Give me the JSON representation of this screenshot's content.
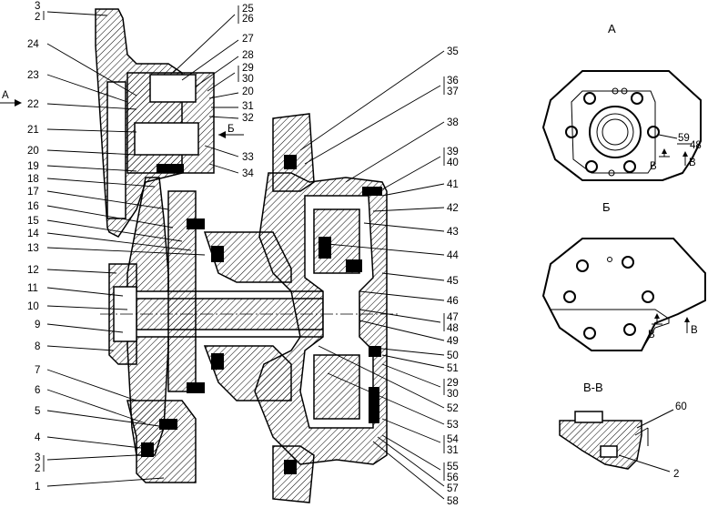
{
  "left_labels": [
    {
      "id": "l3a",
      "text": "3"
    },
    {
      "id": "l2a",
      "text": "2"
    },
    {
      "id": "l24",
      "text": "24"
    },
    {
      "id": "l23",
      "text": "23"
    },
    {
      "id": "l22",
      "text": "22"
    },
    {
      "id": "l21",
      "text": "21"
    },
    {
      "id": "l20a",
      "text": "20"
    },
    {
      "id": "l19",
      "text": "19"
    },
    {
      "id": "l18",
      "text": "18"
    },
    {
      "id": "l17",
      "text": "17"
    },
    {
      "id": "l16",
      "text": "16"
    },
    {
      "id": "l15",
      "text": "15"
    },
    {
      "id": "l14",
      "text": "14"
    },
    {
      "id": "l13",
      "text": "13"
    },
    {
      "id": "l12",
      "text": "12"
    },
    {
      "id": "l11",
      "text": "11"
    },
    {
      "id": "l10",
      "text": "10"
    },
    {
      "id": "l9",
      "text": "9"
    },
    {
      "id": "l8",
      "text": "8"
    },
    {
      "id": "l7",
      "text": "7"
    },
    {
      "id": "l6",
      "text": "6"
    },
    {
      "id": "l5",
      "text": "5"
    },
    {
      "id": "l4",
      "text": "4"
    },
    {
      "id": "l3b",
      "text": "3"
    },
    {
      "id": "l2b",
      "text": "2"
    },
    {
      "id": "l1",
      "text": "1"
    }
  ],
  "mid_labels": [
    {
      "id": "l25",
      "text": "25"
    },
    {
      "id": "l26",
      "text": "26"
    },
    {
      "id": "l27",
      "text": "27"
    },
    {
      "id": "l28",
      "text": "28"
    },
    {
      "id": "l29a",
      "text": "29"
    },
    {
      "id": "l30a",
      "text": "30"
    },
    {
      "id": "l20b",
      "text": "20"
    },
    {
      "id": "l31a",
      "text": "31"
    },
    {
      "id": "l32",
      "text": "32"
    },
    {
      "id": "lB",
      "text": "Б"
    },
    {
      "id": "l33",
      "text": "33"
    },
    {
      "id": "l34",
      "text": "34"
    }
  ],
  "right_labels": [
    {
      "id": "l35",
      "text": "35"
    },
    {
      "id": "l36",
      "text": "36"
    },
    {
      "id": "l37",
      "text": "37"
    },
    {
      "id": "l38",
      "text": "38"
    },
    {
      "id": "l39",
      "text": "39"
    },
    {
      "id": "l40",
      "text": "40"
    },
    {
      "id": "l41",
      "text": "41"
    },
    {
      "id": "l42",
      "text": "42"
    },
    {
      "id": "l43",
      "text": "43"
    },
    {
      "id": "l44",
      "text": "44"
    },
    {
      "id": "l45",
      "text": "45"
    },
    {
      "id": "l46",
      "text": "46"
    },
    {
      "id": "l47",
      "text": "47"
    },
    {
      "id": "l48a",
      "text": "48"
    },
    {
      "id": "l49",
      "text": "49"
    },
    {
      "id": "l50",
      "text": "50"
    },
    {
      "id": "l51",
      "text": "51"
    },
    {
      "id": "l29b",
      "text": "29"
    },
    {
      "id": "l30b",
      "text": "30"
    },
    {
      "id": "l52",
      "text": "52"
    },
    {
      "id": "l53",
      "text": "53"
    },
    {
      "id": "l54",
      "text": "54"
    },
    {
      "id": "l31b",
      "text": "31"
    },
    {
      "id": "l55",
      "text": "55"
    },
    {
      "id": "l56",
      "text": "56"
    },
    {
      "id": "l57",
      "text": "57"
    },
    {
      "id": "l58",
      "text": "58"
    }
  ],
  "view_a": {
    "title": "А",
    "l59": "59",
    "l48": "48",
    "v1": "В",
    "v2": "В"
  },
  "view_b": {
    "title": "Б",
    "v1": "В",
    "v2": "В"
  },
  "view_vv": {
    "title": "В-В",
    "l60": "60",
    "l2": "2"
  },
  "arrow_a": "А"
}
